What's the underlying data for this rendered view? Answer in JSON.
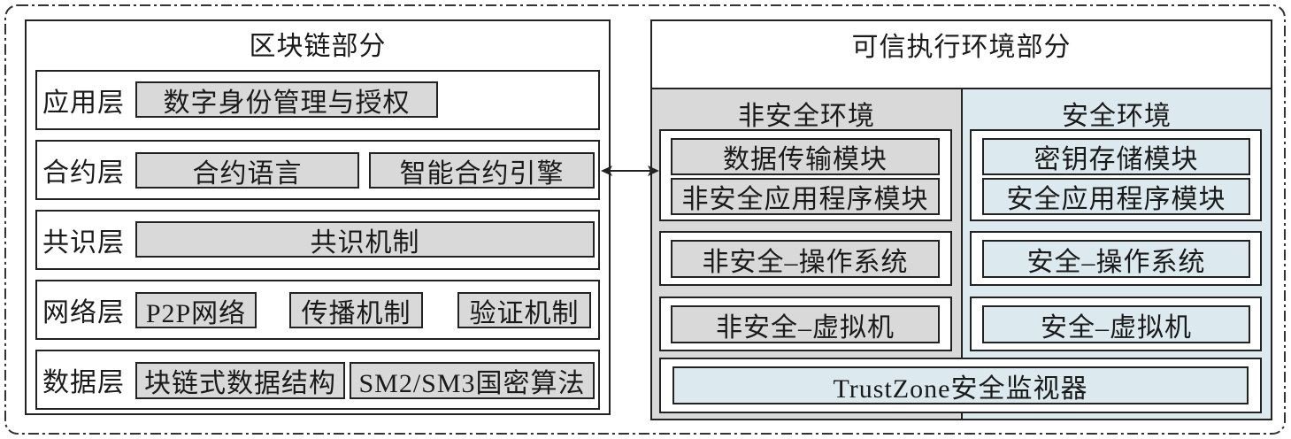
{
  "colors": {
    "gray": "#d9d9d9",
    "blue": "#dce9ee",
    "line": "#222222"
  },
  "blockchain": {
    "title": "区块链部分",
    "layers": [
      {
        "label": "应用层",
        "items": [
          "数字身份管理与授权"
        ]
      },
      {
        "label": "合约层",
        "items": [
          "合约语言",
          "智能合约引擎"
        ]
      },
      {
        "label": "共识层",
        "items": [
          "共识机制"
        ]
      },
      {
        "label": "网络层",
        "items": [
          "P2P网络",
          "传播机制",
          "验证机制"
        ]
      },
      {
        "label": "数据层",
        "items": [
          "块链式数据结构",
          "SM2/SM3国密算法"
        ]
      }
    ]
  },
  "tee": {
    "title": "可信执行环境部分",
    "normal": {
      "title": "非安全环境",
      "app_modules": [
        "数据传输模块",
        "非安全应用程序模块"
      ],
      "os": "非安全–操作系统",
      "vm": "非安全–虚拟机"
    },
    "secure": {
      "title": "安全环境",
      "app_modules": [
        "密钥存储模块",
        "安全应用程序模块"
      ],
      "os": "安全–操作系统",
      "vm": "安全–虚拟机"
    },
    "monitor": "TrustZone安全监视器"
  }
}
